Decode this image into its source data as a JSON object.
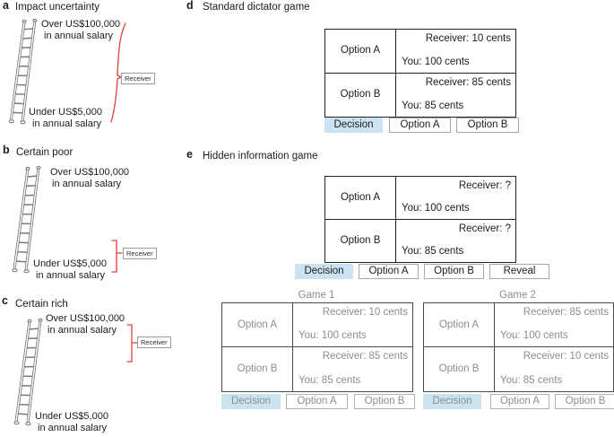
{
  "colors": {
    "decision_bg": "#cbe3f1",
    "bracket_red": "#e0403a",
    "muted_text": "#8d8d8d",
    "table_border": "#222222"
  },
  "panels": {
    "a": {
      "label": "a",
      "title": "Impact uncertainty",
      "ladder_top_line1": "Over US$100,000",
      "ladder_top_line2": "in annual salary",
      "ladder_bottom_line1": "Under US$5,000",
      "ladder_bottom_line2": "in annual salary",
      "receiver_tag": "Receiver"
    },
    "b": {
      "label": "b",
      "title": "Certain poor",
      "ladder_top_line1": "Over US$100,000",
      "ladder_top_line2": "in annual salary",
      "ladder_bottom_line1": "Under US$5,000",
      "ladder_bottom_line2": "in annual salary",
      "receiver_tag": "Receiver"
    },
    "c": {
      "label": "c",
      "title": "Certain rich",
      "ladder_top_line1": "Over US$100,000",
      "ladder_top_line2": "in annual salary",
      "ladder_bottom_line1": "Under US$5,000",
      "ladder_bottom_line2": "in annual salary",
      "receiver_tag": "Receiver"
    },
    "d": {
      "label": "d",
      "title": "Standard dictator game",
      "table": {
        "rows": [
          {
            "option": "Option A",
            "receiver": "Receiver: 10 cents",
            "you": "You: 100 cents"
          },
          {
            "option": "Option B",
            "receiver": "Receiver: 85 cents",
            "you": "You: 85 cents"
          }
        ]
      },
      "decision_label": "Decision",
      "buttons": [
        "Option A",
        "Option B"
      ]
    },
    "e": {
      "label": "e",
      "title": "Hidden information game",
      "table": {
        "rows": [
          {
            "option": "Option A",
            "receiver": "Receiver: ?",
            "you": "You: 100 cents"
          },
          {
            "option": "Option B",
            "receiver": "Receiver: ?",
            "you": "You: 85 cents"
          }
        ]
      },
      "decision_label": "Decision",
      "buttons": [
        "Option A",
        "Option B",
        "Reveal"
      ],
      "games": [
        {
          "title": "Game 1",
          "table": {
            "rows": [
              {
                "option": "Option A",
                "receiver": "Receiver: 10 cents",
                "you": "You: 100 cents"
              },
              {
                "option": "Option B",
                "receiver": "Receiver: 85 cents",
                "you": "You: 85 cents"
              }
            ]
          },
          "decision_label": "Decision",
          "buttons": [
            "Option A",
            "Option B"
          ]
        },
        {
          "title": "Game 2",
          "table": {
            "rows": [
              {
                "option": "Option A",
                "receiver": "Receiver: 85 cents",
                "you": "You: 100 cents"
              },
              {
                "option": "Option B",
                "receiver": "Receiver: 10 cents",
                "you": "You: 85 cents"
              }
            ]
          },
          "decision_label": "Decision",
          "buttons": [
            "Option A",
            "Option B"
          ]
        }
      ]
    }
  }
}
